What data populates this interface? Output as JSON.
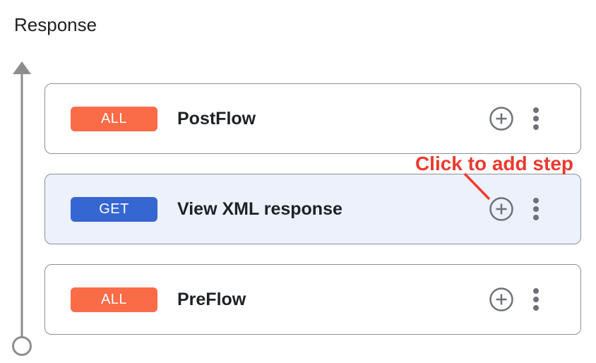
{
  "header": {
    "title": "Response"
  },
  "annotation": {
    "label": "Click to add step",
    "color": "#E93A2E"
  },
  "flow": {
    "selected_bg": "#ECF1FB",
    "cards": [
      {
        "method": "ALL",
        "method_color": "#FA6B48",
        "label": "PostFlow",
        "selected": false
      },
      {
        "method": "GET",
        "method_color": "#3566D2",
        "label": "View XML response",
        "selected": true
      },
      {
        "method": "ALL",
        "method_color": "#FA6B48",
        "label": "PreFlow",
        "selected": false
      }
    ],
    "icons": {
      "add": "plus-circle-icon",
      "menu": "kebab-menu-icon"
    }
  },
  "colors": {
    "card_border": "#8B9095",
    "icon_gray": "#6E7276",
    "arrow_gray": "#8D8D8D",
    "title_text": "#1F1F1F",
    "card_text": "#1E2125"
  }
}
